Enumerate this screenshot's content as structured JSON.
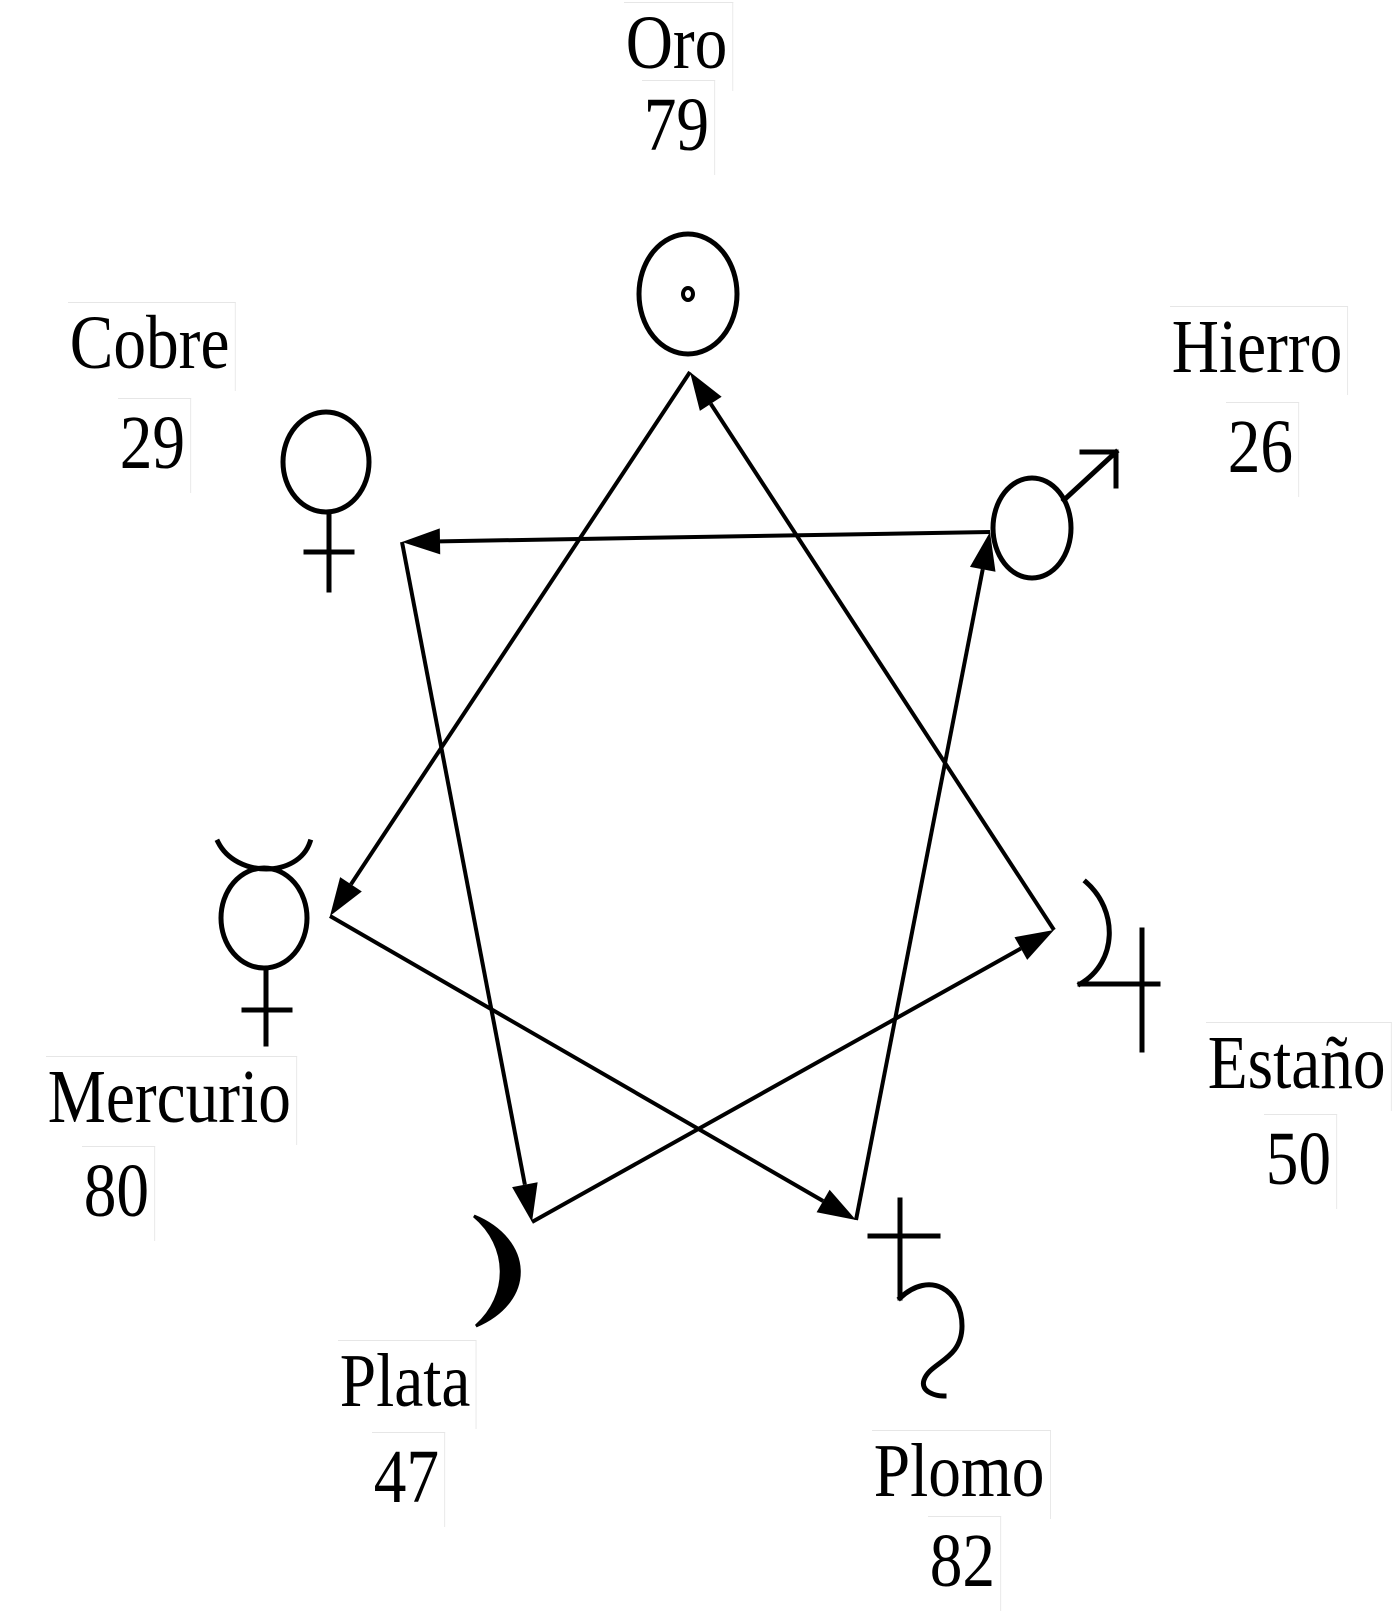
{
  "colors": {
    "ink": "#000000",
    "background": "#ffffff",
    "label_box_border": "#e6e6e6"
  },
  "metals": [
    {
      "id": "oro",
      "name": "Oro",
      "number": "79",
      "symbol": "sun-gold-icon"
    },
    {
      "id": "hierro",
      "name": "Hierro",
      "number": "26",
      "symbol": "mars-iron-icon"
    },
    {
      "id": "estano",
      "name": "Estaño",
      "number": "50",
      "symbol": "jupiter-tin-icon"
    },
    {
      "id": "plomo",
      "name": "Plomo",
      "number": "82",
      "symbol": "saturn-lead-icon"
    },
    {
      "id": "plata",
      "name": "Plata",
      "number": "47",
      "symbol": "moon-silver-icon"
    },
    {
      "id": "mercurio",
      "name": "Mercurio",
      "number": "80",
      "symbol": "mercury-icon"
    },
    {
      "id": "cobre",
      "name": "Cobre",
      "number": "29",
      "symbol": "venus-copper-icon"
    }
  ],
  "sequence": [
    "oro",
    "mercurio",
    "plomo",
    "hierro",
    "cobre",
    "plata",
    "estano",
    "oro"
  ]
}
